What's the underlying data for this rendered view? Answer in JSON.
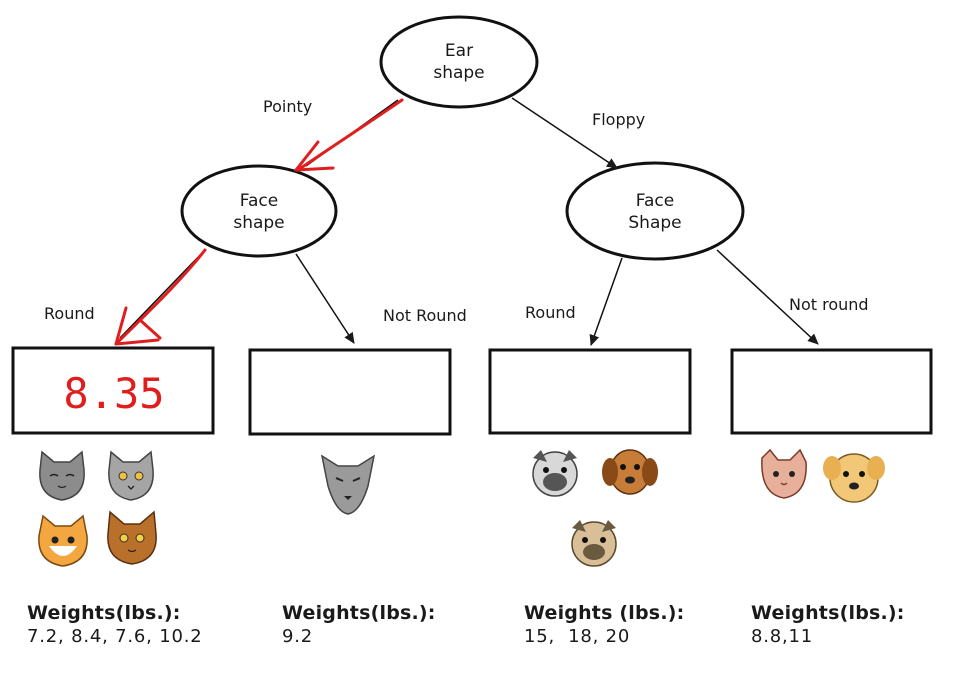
{
  "root": {
    "line1": "Ear",
    "line2": "shape"
  },
  "left_node": {
    "line1": "Face",
    "line2": "shape"
  },
  "right_node": {
    "line1": "Face",
    "line2": "Shape"
  },
  "edges": {
    "pointy": "Pointy",
    "floppy": "Floppy",
    "left_round": "Round",
    "left_not_round": "Not Round",
    "right_round": "Round",
    "right_not_round": "Not round"
  },
  "leaves": [
    {
      "value": "8.35",
      "weights_title": "Weights(lbs.):",
      "weights": "7.2, 8.4, 7.6, 10.2",
      "animals": [
        "gray-cat-icon",
        "gray-cat-icon",
        "orange-cat-icon",
        "brown-cat-icon"
      ]
    },
    {
      "value": "",
      "weights_title": "Weights(lbs.):",
      "weights": "9.2",
      "animals": [
        "gray-cat-icon"
      ]
    },
    {
      "value": "",
      "weights_title": "Weights (lbs.):",
      "weights": "15,  18, 20",
      "animals": [
        "pug-dog-icon",
        "brown-dog-icon",
        "pug-dog-icon"
      ]
    },
    {
      "value": "",
      "weights_title": "Weights(lbs.):",
      "weights": "8.8,11",
      "animals": [
        "pink-cat-icon",
        "golden-dog-icon"
      ]
    }
  ],
  "colors": {
    "highlight": "#e01e1e",
    "line": "#1a1a1a"
  }
}
